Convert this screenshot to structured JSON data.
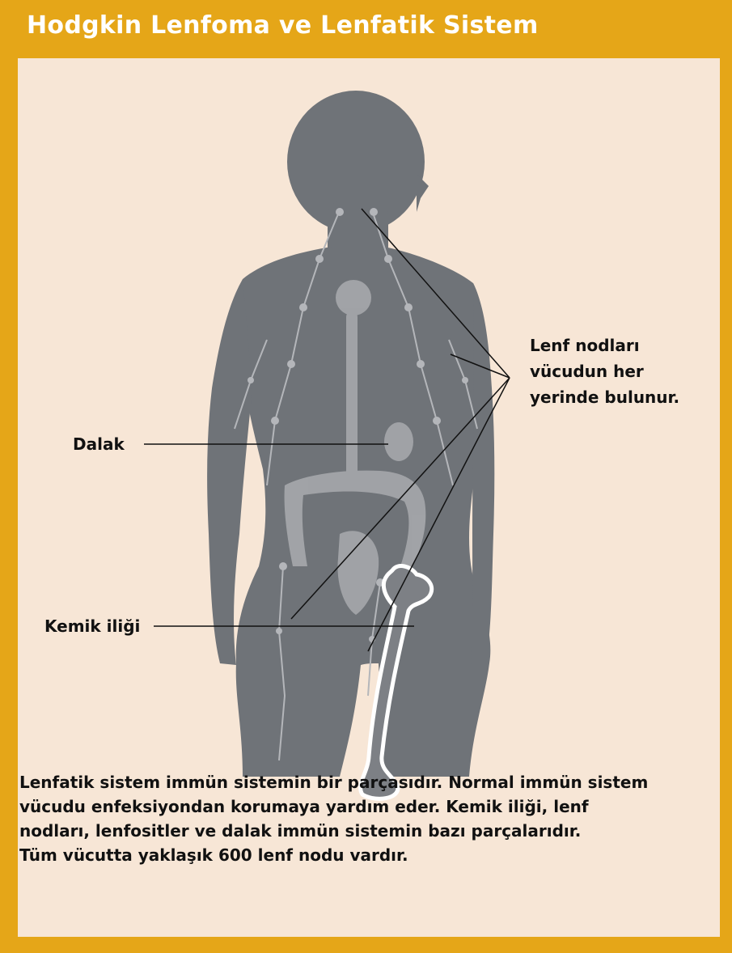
{
  "title": "Hodgkin Lenfoma ve Lenfatik Sistem",
  "colors": {
    "frame": "#e5a618",
    "panel": "#f7e6d6",
    "body": "#6f7378",
    "organ": "#a6a8ac",
    "bone": "#ffffff"
  },
  "labels": {
    "lymph_nodes": [
      "Lenf nodları",
      "vücudun her",
      "yerinde bulunur."
    ],
    "spleen": "Dalak",
    "bone_marrow": "Kemik iliği"
  },
  "caption": [
    "Lenfatik sistem immün sistemin bir parçasıdır. Normal immün sistem",
    "vücudu enfeksiyondan korumaya yardım eder. Kemik iliği, lenf",
    "nodları, lenfositler ve dalak immün sistemin bazı parçalarıdır.",
    "Tüm vücutta yaklaşık 600 lenf nodu vardır."
  ]
}
